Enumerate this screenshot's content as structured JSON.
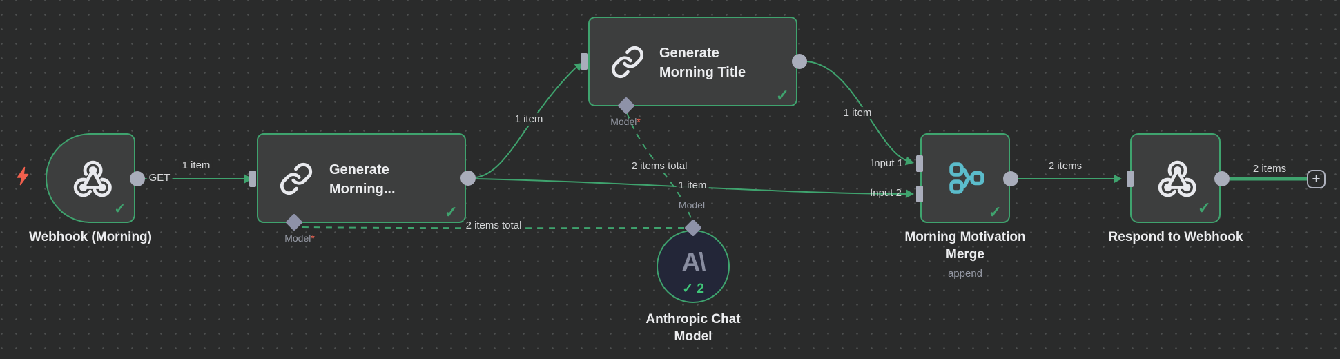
{
  "glyphs": {
    "check": "✓",
    "plus": "+"
  },
  "colors": {
    "canvas": "#2a2b2b",
    "accent_green": "#3fa36e",
    "node_fill": "#3d3e3e",
    "anthropic_fill": "#232638",
    "merge_icon_cyan": "#5bbccb",
    "bolt_coral": "#f2604d",
    "port_gray": "#a9adbb",
    "diamond_gray": "#8e92a8",
    "muted_text": "#9599a4",
    "required_red": "#ee6352"
  },
  "nodes": {
    "webhook": {
      "label": "Webhook (Morning)"
    },
    "generate_morning": {
      "line1": "Generate",
      "line2": "Morning..."
    },
    "generate_title": {
      "line1": "Generate",
      "line2": "Morning Title"
    },
    "anthropic": {
      "logo": "A\\",
      "runs": "2",
      "line1": "Anthropic Chat",
      "line2": "Model"
    },
    "merge": {
      "line1": "Morning Motivation",
      "line2": "Merge",
      "mode": "append",
      "input1": "Input 1",
      "input2": "Input 2"
    },
    "respond": {
      "label": "Respond to Webhook"
    }
  },
  "edge_labels": {
    "get": "GET",
    "webhook_items": "1 item",
    "to_title_items": "1 item",
    "to_merge_items": "1 item",
    "title_to_merge_items": "1 item",
    "merge_out_items": "2 items",
    "respond_out_items": "2 items",
    "model_total_generate": "2 items total",
    "model_total_title": "2 items total",
    "model_port_generate": "Model",
    "model_port_generate_req": "*",
    "model_port_title": "Model",
    "model_port_title_req": "*",
    "anthropic_port": "Model"
  },
  "toolbar": {
    "add_label": "+"
  }
}
